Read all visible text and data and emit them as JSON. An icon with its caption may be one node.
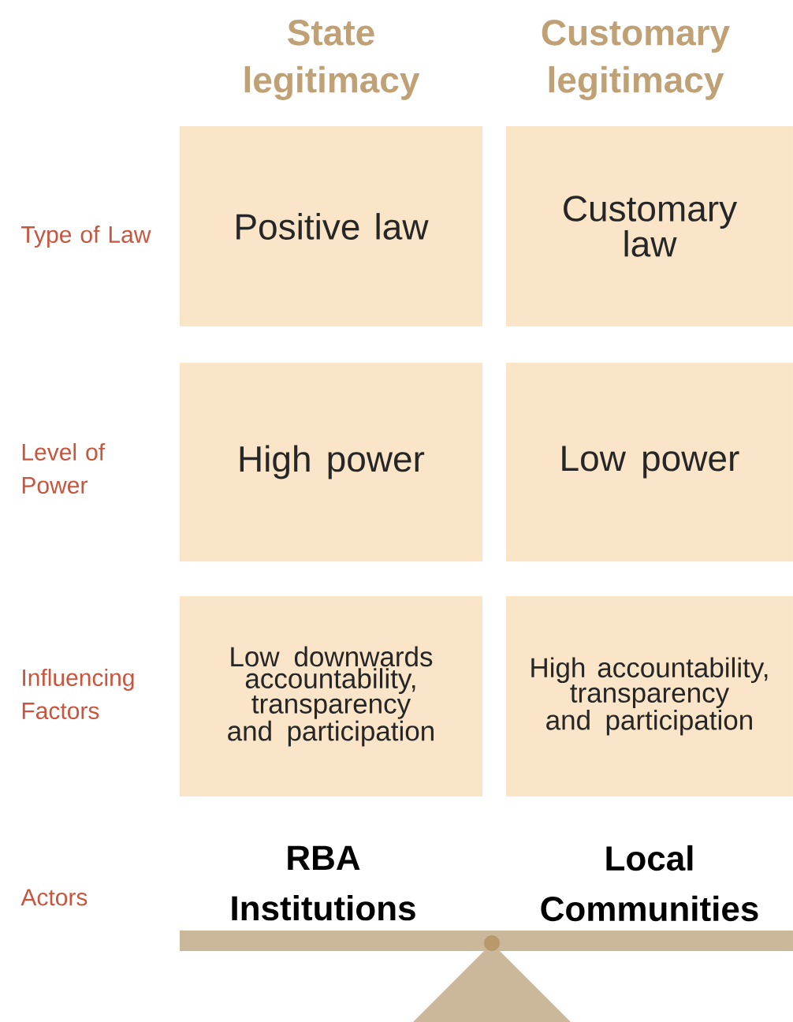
{
  "diagram": {
    "nodes": [
      {
        "text": [
          "Positive law"
        ]
      },
      {
        "text": [
          "Customary law"
        ]
      },
      {
        "text": [
          "High power"
        ]
      },
      {
        "text": [
          "Low power"
        ]
      },
      {
        "text": [
          "Low downwards accountability, transparency and participation"
        ]
      },
      {
        "text": [
          "High accountability, transparency and participation"
        ]
      }
    ],
    "labels": [
      "State legitimacy",
      "Customary legitimacy",
      "Type of Law",
      "Level of Power",
      "Influencing Factors",
      "Actors",
      "RBA Institutions",
      "Local Communities"
    ]
  }
}
